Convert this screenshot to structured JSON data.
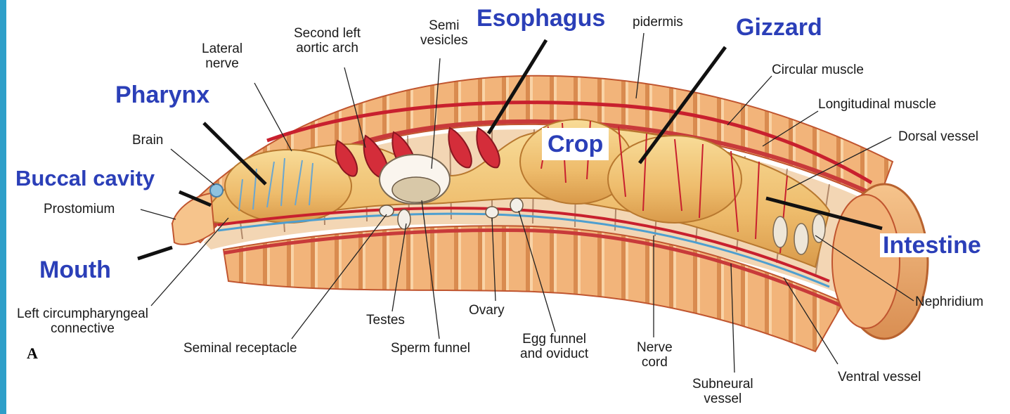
{
  "figure": {
    "panel_letter": "A",
    "accent_color": "#2b3fb8",
    "frame_color": "#2e9fc9"
  },
  "highlight_labels": {
    "pharynx": "Pharynx",
    "buccal_cavity": "Buccal cavity",
    "mouth": "Mouth",
    "esophagus": "Esophagus",
    "gizzard": "Gizzard",
    "crop": "Crop",
    "intestine": "Intestine"
  },
  "labels": {
    "lateral_nerve_1": "Lateral",
    "lateral_nerve_2": "nerve",
    "second_left_aortic_arch_1": "Second left",
    "second_left_aortic_arch_2": "aortic arch",
    "seminal_vesicles_1": "Semi",
    "seminal_vesicles_2": "vesicles",
    "epidermis": "pidermis",
    "circular_muscle": "Circular muscle",
    "longitudinal_muscle": "Longitudinal muscle",
    "dorsal_vessel": "Dorsal vessel",
    "brain": "Brain",
    "prostomium": "Prostomium",
    "left_circumpharyngeal_connective_1": "Left circumpharyngeal",
    "left_circumpharyngeal_connective_2": "connective",
    "seminal_receptacle": "Seminal receptacle",
    "testes": "Testes",
    "sperm_funnel": "Sperm funnel",
    "ovary": "Ovary",
    "egg_funnel_oviduct_1": "Egg funnel",
    "egg_funnel_oviduct_2": "and oviduct",
    "nerve_cord_1": "Nerve",
    "nerve_cord_2": "cord",
    "subneural_vessel_1": "Subneural",
    "subneural_vessel_2": "vessel",
    "ventral_vessel": "Ventral vessel",
    "nephridium": "Nephridium"
  }
}
